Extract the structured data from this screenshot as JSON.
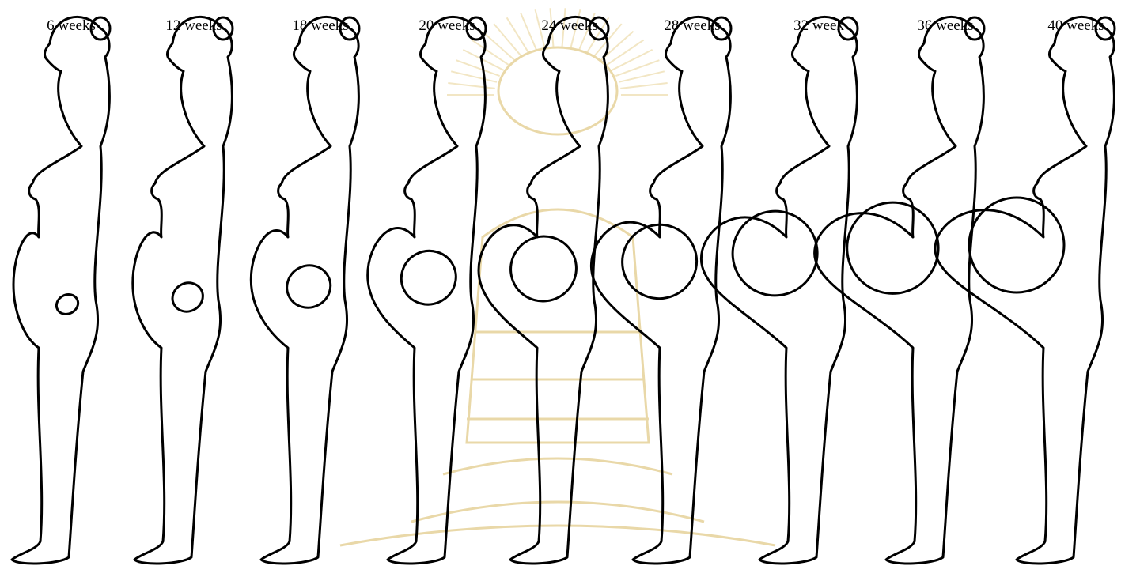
{
  "stages": [
    {
      "label": "6 weeks",
      "belly": 0.0,
      "uterus": 0.0
    },
    {
      "label": "12 weeks",
      "belly": 0.04,
      "uterus": 0.12
    },
    {
      "label": "18 weeks",
      "belly": 0.14,
      "uterus": 0.3
    },
    {
      "label": "20 weeks",
      "belly": 0.26,
      "uterus": 0.45
    },
    {
      "label": "24 weeks",
      "belly": 0.4,
      "uterus": 0.6
    },
    {
      "label": "28 weeks",
      "belly": 0.52,
      "uterus": 0.72
    },
    {
      "label": "32 week",
      "belly": 0.72,
      "uterus": 0.86
    },
    {
      "label": "36 weeks",
      "belly": 0.88,
      "uterus": 0.95
    },
    {
      "label": "40 weeks",
      "belly": 1.0,
      "uterus": 1.0
    }
  ],
  "colors": {
    "outline": "#000000",
    "background": "#ffffff",
    "watermark": "#e9d8a8"
  }
}
